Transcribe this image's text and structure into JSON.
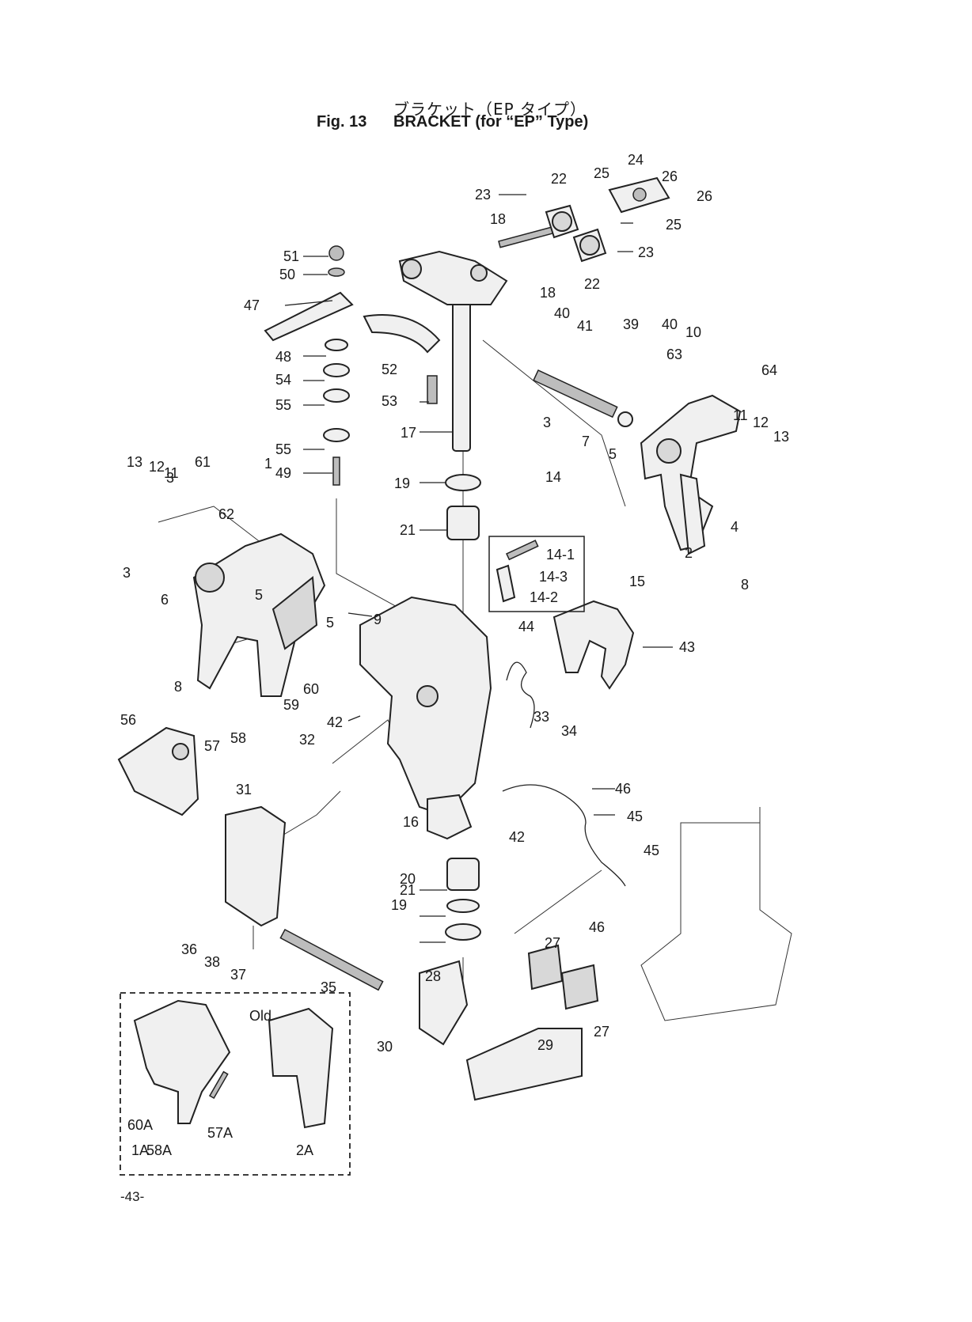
{
  "header": {
    "title_jp": "ブラケット（EP タイプ）",
    "fig_number": "Fig. 13",
    "title_en": "BRACKET (for “EP” Type)"
  },
  "old_box_label": "Old",
  "page_number": "-43-",
  "callouts": [
    "1",
    "1A",
    "2",
    "2A",
    "3",
    "3",
    "3",
    "4",
    "5",
    "5",
    "5",
    "6",
    "7",
    "8",
    "8",
    "9",
    "10",
    "11",
    "11",
    "12",
    "12",
    "13",
    "13",
    "14",
    "14-1",
    "14-2",
    "14-3",
    "15",
    "16",
    "17",
    "18",
    "18",
    "19",
    "19",
    "20",
    "21",
    "21",
    "22",
    "22",
    "23",
    "23",
    "24",
    "25",
    "25",
    "26",
    "26",
    "27",
    "27",
    "28",
    "29",
    "30",
    "31",
    "32",
    "33",
    "34",
    "35",
    "36",
    "37",
    "38",
    "39",
    "40",
    "40",
    "41",
    "42",
    "42",
    "43",
    "44",
    "45",
    "45",
    "46",
    "46",
    "47",
    "48",
    "49",
    "50",
    "51",
    "52",
    "53",
    "54",
    "55",
    "55",
    "56",
    "57",
    "57A",
    "58",
    "58A",
    "59",
    "60",
    "60A",
    "61",
    "62",
    "63",
    "64"
  ]
}
